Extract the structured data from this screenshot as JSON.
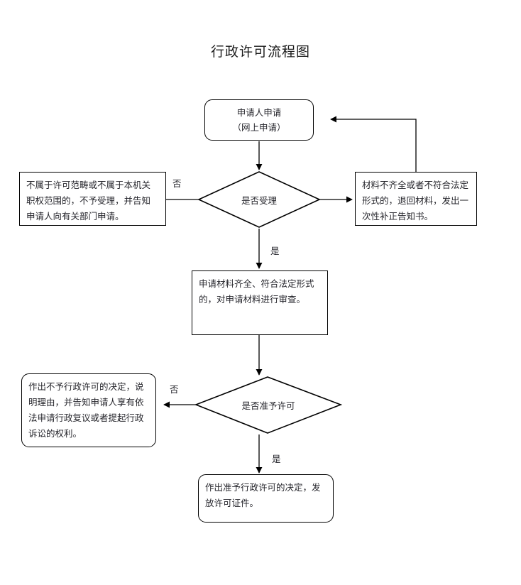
{
  "document": {
    "title": "行政许可流程图"
  },
  "flowchart": {
    "nodes": [
      {
        "id": "apply",
        "shape": "rounded-rectangle",
        "label": "申请人申请\n（网上申请）"
      },
      {
        "id": "accept-decision",
        "shape": "diamond",
        "label": "是否受理"
      },
      {
        "id": "reject-not-in-scope",
        "shape": "rectangle",
        "label": "不属于许可范畴或不属于本机关职权范围的，不予受理，并告知申请人向有关部门申请。"
      },
      {
        "id": "incomplete-materials",
        "shape": "rectangle",
        "label": "材料不齐全或者不符合法定形式的，退回材料，发出一次性补正告知书。"
      },
      {
        "id": "review-materials",
        "shape": "rectangle",
        "label": "申请材料齐全、符合法定形式的，对申请材料进行审查。"
      },
      {
        "id": "approve-decision",
        "shape": "diamond",
        "label": "是否准予许可"
      },
      {
        "id": "deny-license",
        "shape": "rounded-rectangle",
        "label": "作出不予行政许可的决定，说明理由，并告知申请人享有依法申请行政复议或者提起行政诉讼的权利。"
      },
      {
        "id": "grant-license",
        "shape": "rounded-rectangle",
        "label": "作出准予行政许可的决定，发放许可证件。"
      }
    ],
    "edge_labels": {
      "accept_no": "否",
      "accept_yes": "是",
      "approve_no": "否",
      "approve_yes": "是"
    },
    "colors": {
      "stroke": "#000000",
      "text": "#26262c",
      "background": "#ffffff"
    }
  }
}
